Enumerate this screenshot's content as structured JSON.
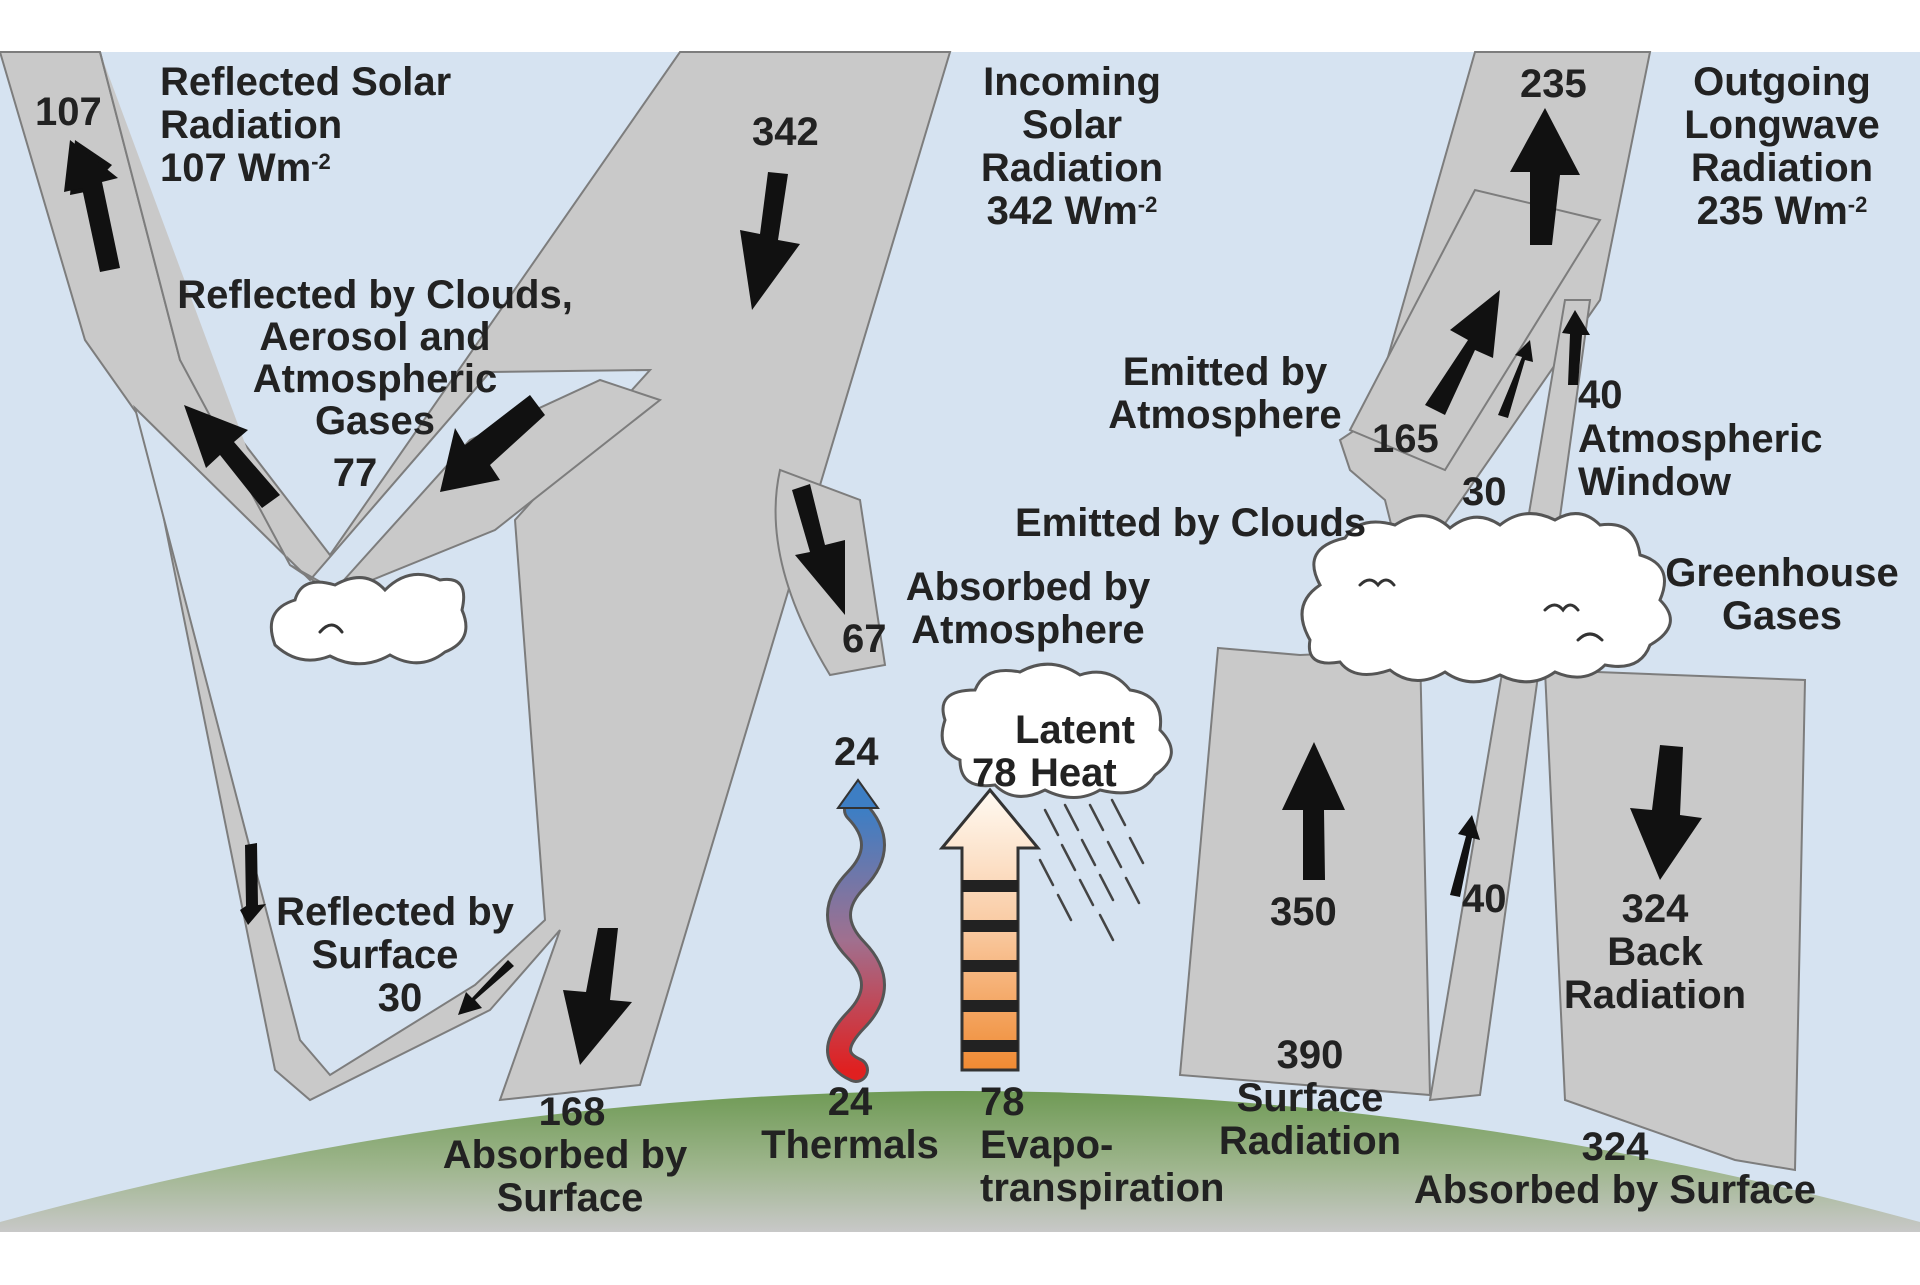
{
  "colors": {
    "sky": "#d6e3f1",
    "flow": "#c9c9c9",
    "ground_top": "#6f9a55",
    "ground_bottom": "#c8c8c8",
    "thermal_top": "#3d7ec4",
    "thermal_bottom": "#e02020",
    "evap_top": "#fffaf2",
    "evap_bottom": "#f08a32"
  },
  "labels": {
    "reflected_solar": {
      "line1": "Reflected Solar",
      "line2": "Radiation",
      "value": "107 Wm",
      "exp": "-2"
    },
    "reflected_top_value": "107",
    "incoming_solar": {
      "line1": "Incoming",
      "line2": "Solar",
      "line3": "Radiation",
      "value": "342 Wm",
      "exp": "-2"
    },
    "incoming_value": "342",
    "outgoing_lw": {
      "line1": "Outgoing",
      "line2": "Longwave",
      "line3": "Radiation",
      "value": "235 Wm",
      "exp": "-2"
    },
    "outgoing_value": "235",
    "reflected_clouds": {
      "line1": "Reflected by Clouds,",
      "line2": "Aerosol and",
      "line3": "Atmospheric",
      "line4": "Gases",
      "value": "77"
    },
    "emitted_atmosphere": {
      "line1": "Emitted by",
      "line2": "Atmosphere",
      "value": "165"
    },
    "atmospheric_window": {
      "value": "40",
      "line1": "Atmospheric",
      "line2": "Window"
    },
    "emitted_clouds": {
      "line1": "Emitted by Clouds",
      "value": "30"
    },
    "greenhouse": {
      "line1": "Greenhouse",
      "line2": "Gases"
    },
    "absorbed_atmosphere": {
      "line1": "Absorbed by",
      "line2": "Atmosphere",
      "value": "67"
    },
    "latent_heat": {
      "line1": "Latent",
      "line2": "Heat",
      "value": "78"
    },
    "thermal_top_value": "24",
    "reflected_surface": {
      "line1": "Reflected by",
      "line2": "Surface",
      "value": "30"
    },
    "window_bottom_value": "40",
    "surface_up_value": "350",
    "back_radiation": {
      "value": "324",
      "line1": "Back",
      "line2": "Radiation"
    },
    "absorbed_surface": {
      "value": "168",
      "line1": "Absorbed by",
      "line2": "Surface"
    },
    "thermals": {
      "value": "24",
      "line1": "Thermals"
    },
    "evapotranspiration": {
      "value": "78",
      "line1": "Evapo-",
      "line2": "transpiration"
    },
    "surface_radiation": {
      "value": "390",
      "line1": "Surface",
      "line2": "Radiation"
    },
    "absorbed_by_surface_right": {
      "value": "324",
      "line1": "Absorbed by Surface"
    }
  }
}
